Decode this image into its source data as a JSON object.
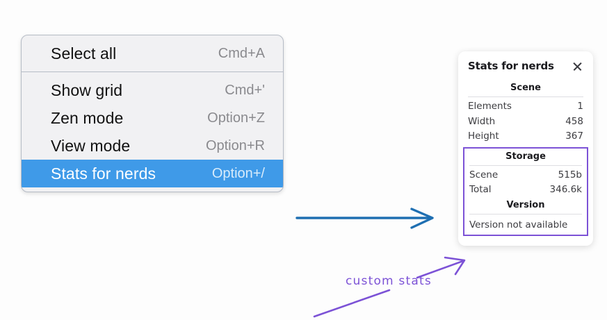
{
  "menu": {
    "groups": [
      {
        "items": [
          {
            "label": "Select all",
            "shortcut": "Cmd+A",
            "selected": false
          }
        ]
      },
      {
        "items": [
          {
            "label": "Show grid",
            "shortcut": "Cmd+'",
            "selected": false
          },
          {
            "label": "Zen mode",
            "shortcut": "Option+Z",
            "selected": false
          },
          {
            "label": "View mode",
            "shortcut": "Option+R",
            "selected": false
          },
          {
            "label": "Stats for nerds",
            "shortcut": "Option+/",
            "selected": true
          }
        ]
      }
    ],
    "items": {
      "select_all": {
        "label": "Select all",
        "shortcut": "Cmd+A"
      },
      "show_grid": {
        "label": "Show grid",
        "shortcut": "Cmd+'"
      },
      "zen_mode": {
        "label": "Zen mode",
        "shortcut": "Option+Z"
      },
      "view_mode": {
        "label": "View mode",
        "shortcut": "Option+R"
      },
      "stats_for_nerds": {
        "label": "Stats for nerds",
        "shortcut": "Option+/"
      }
    }
  },
  "stats_panel": {
    "title": "Stats for nerds",
    "close_icon": "close-icon",
    "sections": {
      "scene": {
        "heading": "Scene",
        "rows": [
          {
            "key": "Elements",
            "value": "1"
          },
          {
            "key": "Width",
            "value": "458"
          },
          {
            "key": "Height",
            "value": "367"
          }
        ]
      },
      "storage": {
        "heading": "Storage",
        "rows": [
          {
            "key": "Scene",
            "value": "515b"
          },
          {
            "key": "Total",
            "value": "346.6k"
          }
        ]
      },
      "version": {
        "heading": "Version",
        "text": "Version not available"
      }
    }
  },
  "annotations": {
    "custom_stats_label": "custom stats"
  },
  "colors": {
    "menu_background": "#f1f1f3",
    "menu_border": "#b6bcc6",
    "selection_blue": "#3f9ae8",
    "annotation_purple": "#7c52d6",
    "arrow_blue": "#1f6fb2",
    "page_background": "#fdfdfd",
    "panel_white": "#ffffff"
  }
}
